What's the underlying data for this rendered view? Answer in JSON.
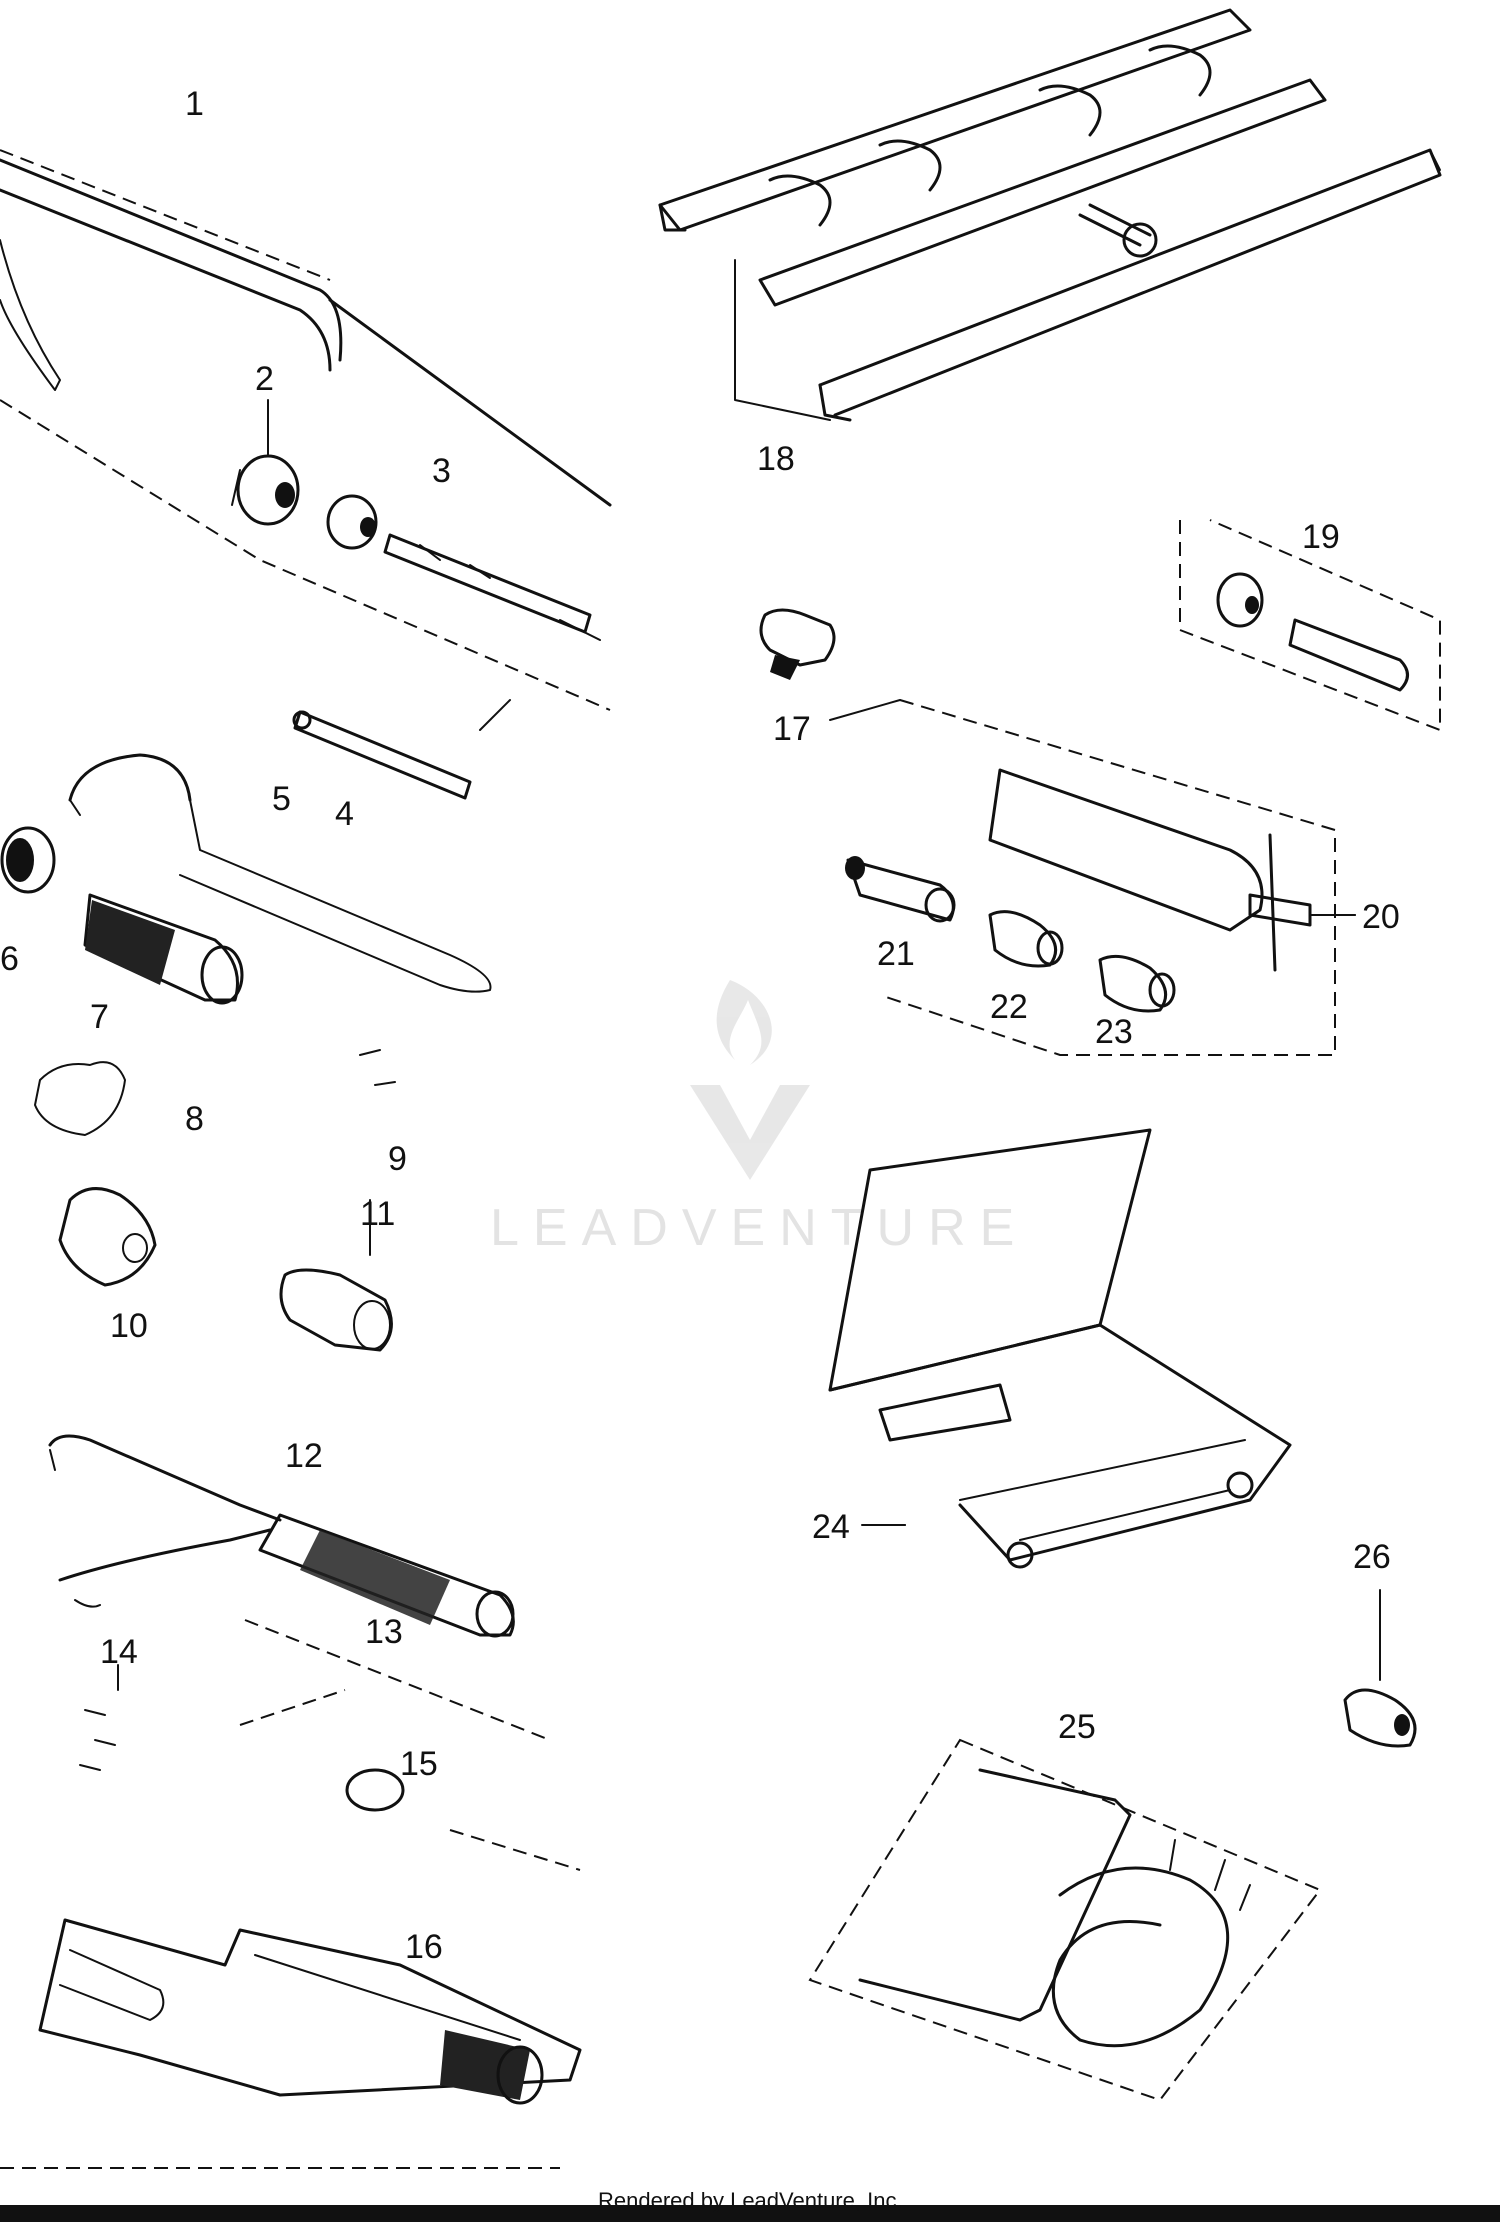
{
  "callouts": [
    "1",
    "2",
    "3",
    "4",
    "5",
    "6",
    "7",
    "8",
    "9",
    "11",
    "10",
    "12",
    "13",
    "14",
    "15",
    "16",
    "17",
    "18",
    "19",
    "20",
    "21",
    "22",
    "23",
    "24",
    "25",
    "26"
  ],
  "watermark": {
    "text": "LEADVENTURE",
    "icon": "leadventure-flame-logo"
  },
  "footer": {
    "text": "Rendered by LeadVenture, Inc."
  }
}
